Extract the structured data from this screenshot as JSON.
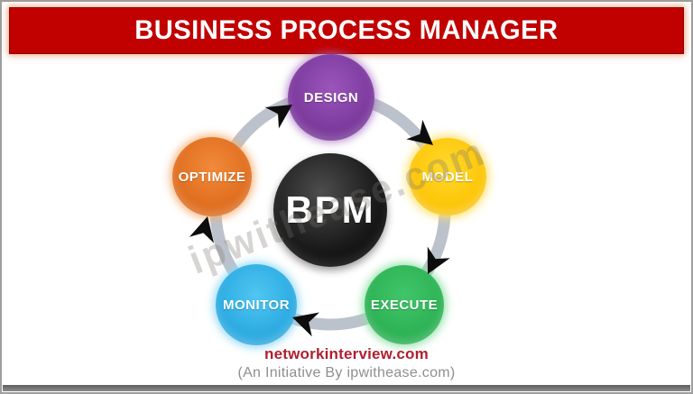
{
  "header": {
    "title": "BUSINESS PROCESS MANAGER",
    "bg_color": "#c10000",
    "text_color": "#ffffff"
  },
  "diagram": {
    "center": {
      "label": "BPM",
      "color": "#000000",
      "text_color": "#ffffff"
    },
    "nodes": [
      {
        "id": "design",
        "label": "DESIGN",
        "color": "#7c3a9d",
        "position": "top"
      },
      {
        "id": "model",
        "label": "MODEL",
        "color": "#fdc506",
        "position": "right"
      },
      {
        "id": "execute",
        "label": "EXECUTE",
        "color": "#2cb254",
        "position": "bottom-right"
      },
      {
        "id": "monitor",
        "label": "MONITOR",
        "color": "#2aaae1",
        "position": "bottom-left"
      },
      {
        "id": "optimize",
        "label": "OPTIMIZE",
        "color": "#e06d1e",
        "position": "left"
      }
    ],
    "flow_order": [
      "DESIGN",
      "MODEL",
      "EXECUTE",
      "MONITOR",
      "OPTIMIZE"
    ],
    "ring_color": "#bcc2cb",
    "arrow_color": "#0d0d0d"
  },
  "watermark": {
    "text": "ipwithease.com"
  },
  "footer": {
    "site": "networkinterview.com",
    "site_color": "#b01e2e",
    "tagline": "(An Initiative By ipwithease.com)",
    "tagline_color": "#8f8f8f"
  }
}
